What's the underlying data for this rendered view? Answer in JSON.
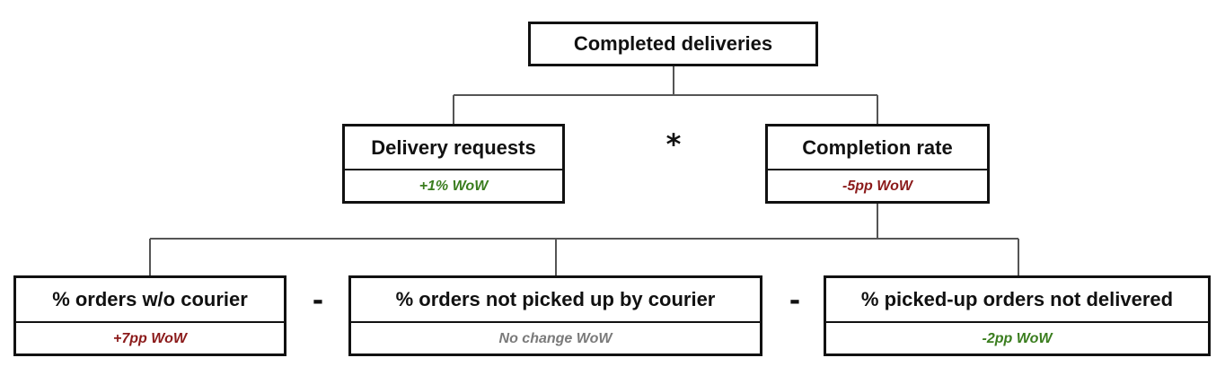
{
  "diagram": {
    "root": {
      "title": "Completed deliveries"
    },
    "level1": {
      "operator": "*",
      "nodes": [
        {
          "title": "Delivery requests",
          "change": "+1% WoW",
          "change_color": "#3a7d1e"
        },
        {
          "title": "Completion rate",
          "change": "-5pp WoW",
          "change_color": "#8b1a1a"
        }
      ]
    },
    "level2": {
      "operators": [
        "-",
        "-"
      ],
      "nodes": [
        {
          "title": "% orders w/o courier",
          "change": "+7pp WoW",
          "change_color": "#8b1a1a"
        },
        {
          "title": "% orders not picked up by courier",
          "change": "No change WoW",
          "change_color": "#7a7a7a"
        },
        {
          "title": "% picked-up orders not delivered",
          "change": "-2pp WoW",
          "change_color": "#3a7d1e"
        }
      ]
    }
  }
}
